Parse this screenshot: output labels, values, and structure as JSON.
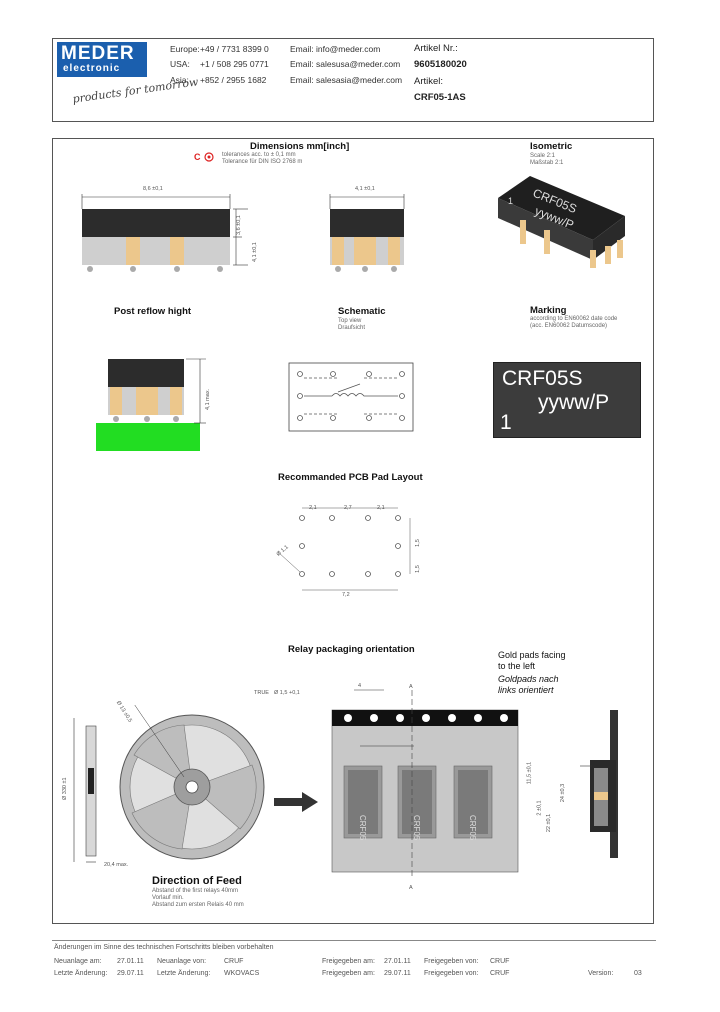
{
  "header": {
    "logo_line1": "MEDER",
    "logo_line2": "electronic",
    "slogan": "products for tomorrow",
    "contacts": [
      {
        "region": "Europe:",
        "phone": "+49 / 7731 8399 0",
        "email": "Email: info@meder.com"
      },
      {
        "region": "USA:",
        "phone": "+1 / 508 295 0771",
        "email": "Email: salesusa@meder.com"
      },
      {
        "region": "Asia:",
        "phone": "+852 / 2955 1682",
        "email": "Email: salesasia@meder.com"
      }
    ],
    "artikel_nr_label": "Artikel Nr.:",
    "artikel_nr": "9605180020",
    "artikel_label": "Artikel:",
    "artikel": "CRF05-1AS"
  },
  "sections": {
    "dimensions": "Dimensions mm[inch]",
    "dimensions_note1": "tolerances acc. to ± 0,1 mm",
    "dimensions_note2": "Tolerance für DIN ISO 2768 m",
    "isometric": "Isometric",
    "isometric_note1": "Scale 2:1",
    "isometric_note2": "Maßstab 2:1",
    "post_reflow": "Post reflow hight",
    "schematic": "Schematic",
    "schematic_note1": "Top view",
    "schematic_note2": "Draufsicht",
    "marking": "Marking",
    "marking_note1": "according to EN60062 date code",
    "marking_note2": "(acc. EN60062 Datumscode)",
    "pcb_layout": "Recommanded PCB Pad Layout",
    "packaging": "Relay packaging orientation",
    "direction": "Direction of Feed",
    "direction_note1": "Abstand of the first relays 40mm",
    "direction_note2": "Vorlauf min.",
    "direction_note3": "Abstand zum ersten Relais 40 mm",
    "gold_note1": "Gold pads facing",
    "gold_note2": "to the left",
    "gold_note3": "Goldpads nach",
    "gold_note4": "links orientiert"
  },
  "dims": {
    "length": "8,6 ±0,1",
    "width": "4,1 ±0,1",
    "h1": "3,6 ±0,1",
    "h2": "4,1 ±0,1",
    "post": "4,1 max.",
    "pcb_a": "2,1",
    "pcb_b": "2,7",
    "pcb_c": "2,1",
    "pcb_d": "Ø 1,1",
    "pcb_e": "1,5",
    "pcb_f": "1,5",
    "pcb_g": "7,2",
    "reel_d": "Ø 330 ±1",
    "reel_w": "20,4 max.",
    "reel_hub": "Ø 13 ±0,5",
    "tape_pitch": "4",
    "tape_hole": "Ø 1,5 +0,1",
    "tape_true": "TRUE",
    "tape_a": "A",
    "tape_11": "11,5 ±0,1",
    "tape_22": "22 ±0,1",
    "tape_24": "24 ±0,3",
    "tape_2": "2 ±0,1"
  },
  "marking": {
    "line1": "CRF05S",
    "line2": "yyww/P",
    "line3": "1"
  },
  "iso": {
    "line1": "CRF05S",
    "line2": "yyww/P",
    "pin": "1"
  },
  "tape_labels": [
    "CRF05",
    "CRF05",
    "CRF05"
  ],
  "footer": {
    "change_note": "Änderungen im Sinne des technischen Fortschritts bleiben vorbehalten",
    "rows": [
      {
        "a": "Neuanlage am:",
        "b": "27.01.11",
        "c": "Neuanlage von:",
        "d": "CRUF",
        "e": "Freigegeben am:",
        "f": "27.01.11",
        "g": "Freigegeben von:",
        "h": "CRUF"
      },
      {
        "a": "Letzte Änderung:",
        "b": "29.07.11",
        "c": "Letzte Änderung:",
        "d": "WKOVACS",
        "e": "Freigegeben am:",
        "f": "29.07.11",
        "g": "Freigegeben von:",
        "h": "CRUF"
      }
    ],
    "version_label": "Version:",
    "version": "03"
  }
}
